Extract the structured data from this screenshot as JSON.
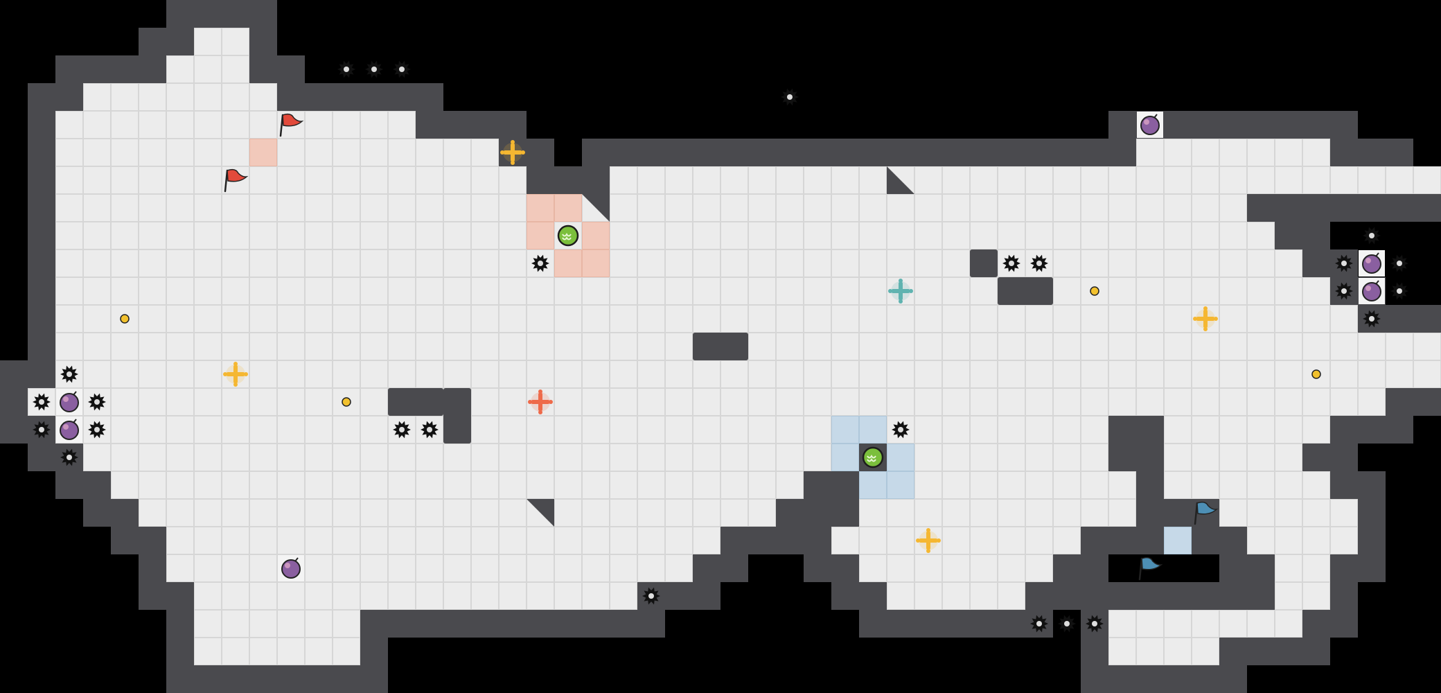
{
  "map": {
    "cols": 52,
    "rows": 25,
    "rows_data": [
      "....................................................",
      ".......##...........................................",
      "......###...........................................",
      "...#######..........................................",
      "..#############.....................................",
      "..################.......................#######...",
      "..#################...###############################",
      "..###########################################.......",
      "..############################################......",
      "..#############################################.....",
      "..##############################################....",
      "..###############################################...",
      "..##################################################",
      "..##################################################",
      ".#################################################..",
      "..######################################..######....",
      "...############################..#######..#####.....",
      "....#########################...#########.######....",
      ".....#######################...##########...#####...",
      "......####################....#########......####...",
      "......###################......#######........##....",
      ".......################.........#####.........##....",
      ".......######...........................#######.....",
      ".......######...........................####........",
      "...................................................."
    ],
    "accent_colors": {
      "wall": "#4a4a4e",
      "floor": "#ececec",
      "red_zone": "#f2c9bb",
      "blue_zone": "#c6d9e8",
      "red_flag": "#e24a3b",
      "blue_flag": "#4d8fb5",
      "yellow_powerup": "#f5b731",
      "orange_powerup": "#ee6a4a",
      "teal_powerup": "#5fb3b0",
      "coin": "#f2c12e",
      "bomb": "#8a5fa0",
      "ball": "#7bbf3c"
    }
  },
  "entities": {
    "flags": [
      {
        "team": "red",
        "icon": "red-flag-icon",
        "col": 10,
        "row": 4
      },
      {
        "team": "red",
        "icon": "red-flag-icon",
        "col": 8,
        "row": 6
      },
      {
        "team": "blue",
        "icon": "blue-flag-icon",
        "col": 43,
        "row": 18
      },
      {
        "team": "blue",
        "icon": "blue-flag-icon",
        "col": 41,
        "row": 20
      }
    ],
    "balls": [
      {
        "team": "red",
        "icon": "red-team-ball-icon",
        "col": 20,
        "row": 8
      },
      {
        "team": "blue",
        "icon": "blue-team-ball-icon",
        "col": 31,
        "row": 16
      }
    ],
    "powerups": [
      {
        "icon": "yellow-powerup-icon",
        "col": 18,
        "row": 5
      },
      {
        "icon": "yellow-powerup-icon",
        "col": 8,
        "row": 13
      },
      {
        "icon": "orange-powerup-icon",
        "col": 19,
        "row": 14
      },
      {
        "icon": "teal-powerup-icon",
        "col": 32,
        "row": 10
      },
      {
        "icon": "yellow-powerup-icon",
        "col": 43,
        "row": 11
      },
      {
        "icon": "yellow-powerup-icon",
        "col": 33,
        "row": 19
      }
    ],
    "coins": [
      {
        "icon": "coin-icon",
        "col": 4,
        "row": 11
      },
      {
        "icon": "coin-icon",
        "col": 12,
        "row": 14
      },
      {
        "icon": "coin-icon",
        "col": 39,
        "row": 10
      },
      {
        "icon": "coin-icon",
        "col": 47,
        "row": 13
      }
    ],
    "bombs": [
      {
        "icon": "bomb-icon",
        "col": 41,
        "row": 4
      },
      {
        "icon": "bomb-icon",
        "col": 49,
        "row": 9
      },
      {
        "icon": "bomb-icon",
        "col": 49,
        "row": 10
      },
      {
        "icon": "bomb-icon",
        "col": 2,
        "row": 14
      },
      {
        "icon": "bomb-icon",
        "col": 2,
        "row": 15
      },
      {
        "icon": "bomb-icon",
        "col": 10,
        "row": 20
      }
    ],
    "spikes": [
      {
        "col": 12,
        "row": 2
      },
      {
        "col": 13,
        "row": 2
      },
      {
        "col": 14,
        "row": 2
      },
      {
        "col": 28,
        "row": 3
      },
      {
        "col": 19,
        "row": 9
      },
      {
        "col": 36,
        "row": 9
      },
      {
        "col": 37,
        "row": 9
      },
      {
        "col": 49,
        "row": 8
      },
      {
        "col": 48,
        "row": 9
      },
      {
        "col": 50,
        "row": 9
      },
      {
        "col": 48,
        "row": 10
      },
      {
        "col": 50,
        "row": 10
      },
      {
        "col": 49,
        "row": 11
      },
      {
        "col": 2,
        "row": 13
      },
      {
        "col": 1,
        "row": 14
      },
      {
        "col": 3,
        "row": 14
      },
      {
        "col": 1,
        "row": 15
      },
      {
        "col": 3,
        "row": 15
      },
      {
        "col": 2,
        "row": 16
      },
      {
        "col": 14,
        "row": 15
      },
      {
        "col": 15,
        "row": 15
      },
      {
        "col": 32,
        "row": 15
      },
      {
        "col": 23,
        "row": 21
      },
      {
        "col": 37,
        "row": 22
      },
      {
        "col": 38,
        "row": 22
      },
      {
        "col": 39,
        "row": 22
      }
    ],
    "red_zone_tiles": [
      {
        "col": 9,
        "row": 5
      },
      {
        "col": 19,
        "row": 7
      },
      {
        "col": 20,
        "row": 7
      },
      {
        "col": 19,
        "row": 8
      },
      {
        "col": 21,
        "row": 8
      },
      {
        "col": 20,
        "row": 9
      },
      {
        "col": 21,
        "row": 9
      }
    ],
    "blue_zone_tiles": [
      {
        "col": 30,
        "row": 15
      },
      {
        "col": 31,
        "row": 15
      },
      {
        "col": 30,
        "row": 16
      },
      {
        "col": 32,
        "row": 16
      },
      {
        "col": 31,
        "row": 17
      },
      {
        "col": 32,
        "row": 17
      },
      {
        "col": 42,
        "row": 19
      }
    ],
    "wall_blocks": [
      {
        "col": 25,
        "row": 12,
        "w": 2,
        "h": 1
      },
      {
        "col": 14,
        "row": 14,
        "w": 2,
        "h": 1
      },
      {
        "col": 16,
        "row": 14,
        "w": 1,
        "h": 2
      },
      {
        "col": 35,
        "row": 9,
        "w": 1,
        "h": 1
      },
      {
        "col": 36,
        "row": 10,
        "w": 2,
        "h": 1
      }
    ],
    "wall_wedges": [
      {
        "col": 32,
        "row": 6,
        "corner": "bl"
      },
      {
        "col": 19,
        "row": 18,
        "corner": "tr"
      },
      {
        "col": 21,
        "row": 7,
        "corner": "tr"
      },
      {
        "col": 30,
        "row": 17,
        "corner": "bl"
      }
    ]
  }
}
